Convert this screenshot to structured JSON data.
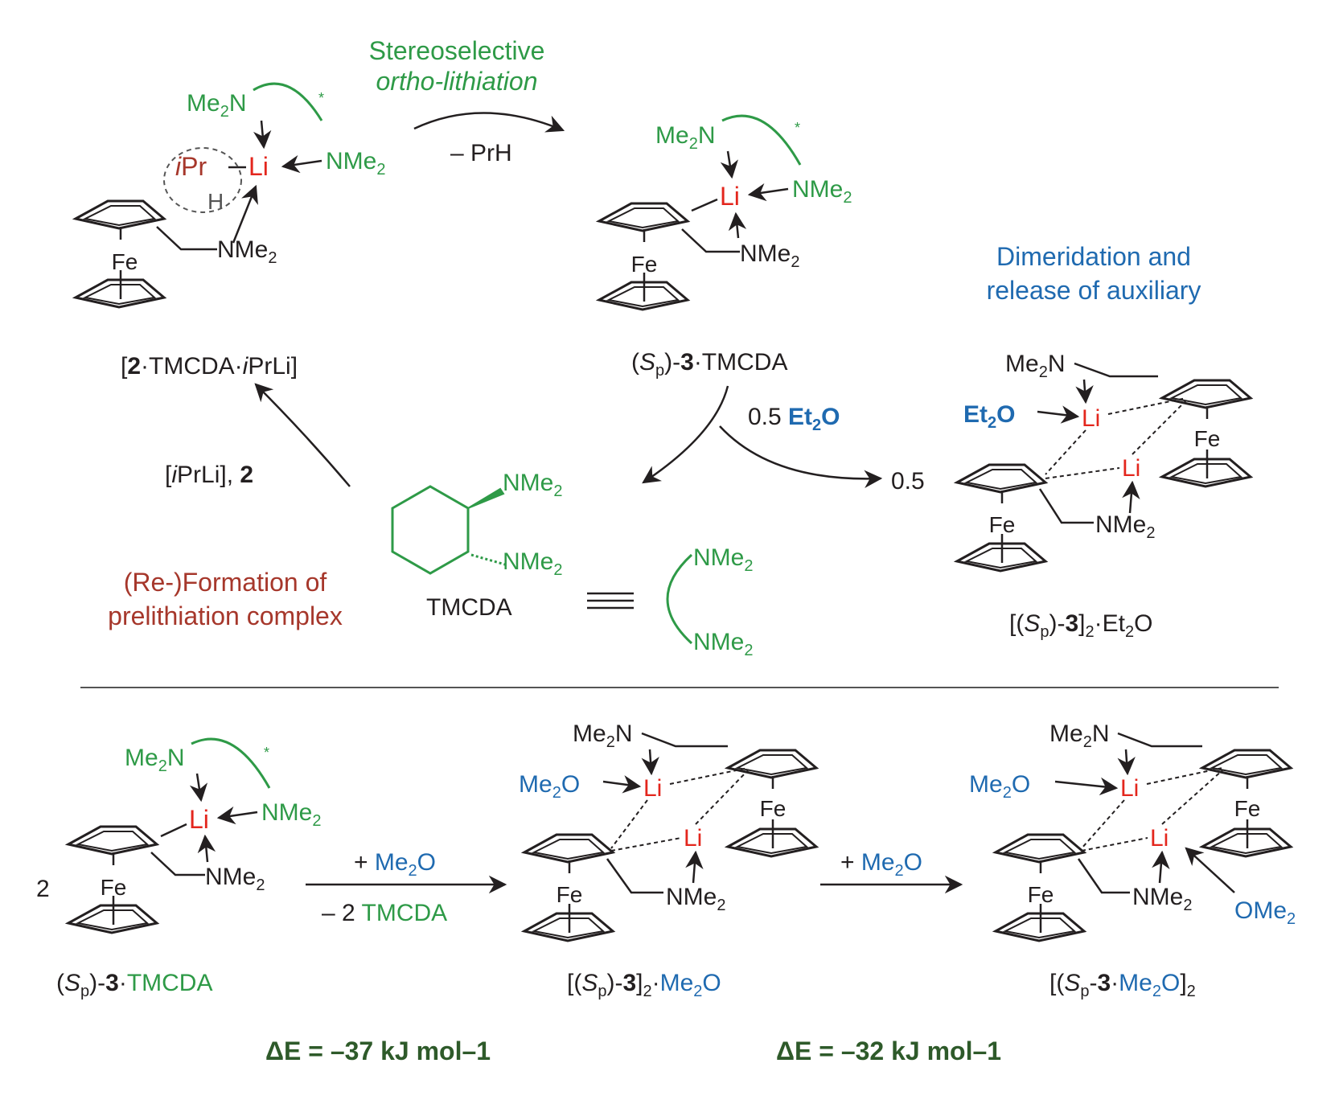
{
  "colors": {
    "black": "#231f20",
    "green": "#2e9a47",
    "red": "#e3261d",
    "blue": "#1f6ab0",
    "darkred": "#a6372b",
    "gray": "#555555"
  },
  "top": {
    "caption_stereo_1": "Stereoselective",
    "caption_stereo_2": "ortho-lithiation",
    "minus_prh": "– PrH",
    "caption_dimer_1": "Dimeridation and",
    "caption_dimer_2": "release of auxiliary",
    "caption_reform_1": "(Re-)Formation of",
    "caption_reform_2": "prelithiation complex",
    "label_complex_2": "[2·TMCDA·iPrLi]",
    "label_complex_3": "(Sp)-3·TMCDA",
    "label_dimer": "[(Sp)-3]2·Et2O",
    "reagent_et2o": "0.5 Et2O",
    "reagent_iprli": "[iPrLi], 2",
    "coef_half": "0.5",
    "tmcda_label": "TMCDA"
  },
  "bottom": {
    "coef_two": "2",
    "label_left": "(Sp)-3·TMCDA",
    "label_mid": "[(Sp)-3]2·Me2O",
    "label_right": "[(Sp-3·Me2O]2",
    "arrow1_top": "+ Me2O",
    "arrow1_bottom": "– 2 TMCDA",
    "arrow2_top": "+ Me2O",
    "energy_1": "ΔE = –37 kJ mol–1",
    "energy_2": "ΔE = –32 kJ mol–1"
  }
}
